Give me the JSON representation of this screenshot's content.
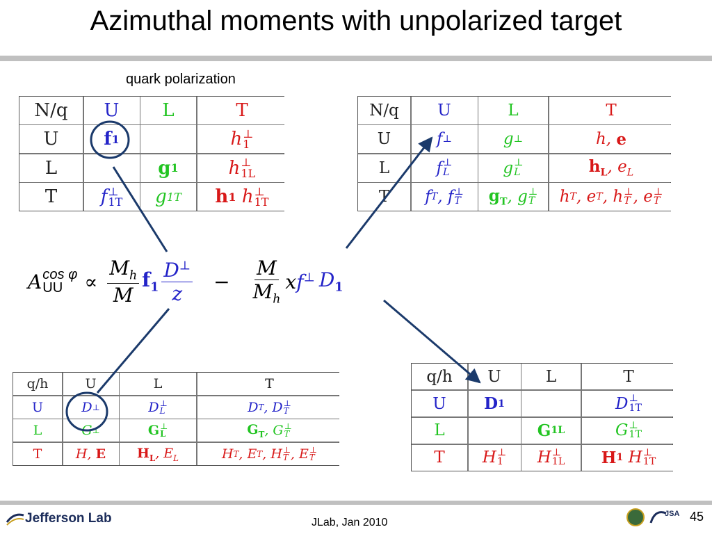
{
  "title": "Azimuthal moments with unpolarized  target",
  "subtitle": "quark polarization",
  "footer": {
    "org": "Jefferson Lab",
    "center": "JLab, Jan 2010",
    "page": "45",
    "badge": "JSA"
  },
  "colors": {
    "unpolarized": "#2323c8",
    "longitudinal": "#22c422",
    "transverse": "#d81818",
    "arrow": "#1b3a6b"
  },
  "formula": {
    "lhs": "A",
    "lhs_super": "cos φ",
    "lhs_sub": "UU",
    "proportional": "∝",
    "frac1_num": "M",
    "frac1_num_sub": "h",
    "frac1_den": "M",
    "term1_f": "f",
    "term1_f_sub": "1",
    "frac2_num": "D",
    "frac2_num_sup": "⊥",
    "frac2_den": "z",
    "minus": "−",
    "frac3_num": "M",
    "frac3_den": "M",
    "frac3_den_sub": "h",
    "term2_x": "x",
    "term2_f": "f",
    "term2_f_sup": "⊥",
    "term2_D": "D",
    "term2_D_sub": "1"
  },
  "table_tl": {
    "header": [
      "N/q",
      "U",
      "L",
      "T"
    ],
    "rows": [
      [
        "U",
        "f",
        "",
        "h"
      ],
      [
        "L",
        "",
        "g",
        "h"
      ],
      [
        "T",
        "f",
        "g",
        "h"
      ]
    ],
    "subs": {
      "uu": "1",
      "ut_sup": "⊥",
      "ut_sub": "1",
      "ll": "1",
      "lt_sup": "⊥",
      "lt_sub": "1L",
      "tu_sup": "⊥",
      "tu_sub": "1T",
      "tl_sub": "1T",
      "tt_h1_sub": "1",
      "tt_h_sup": "⊥",
      "tt_h_sub": "1T"
    }
  },
  "table_tr": {
    "header": [
      "N/q",
      "U",
      "L",
      "T"
    ],
    "rows": [
      [
        "U",
        "f",
        "g",
        "h, e"
      ],
      [
        "L",
        "f",
        "g",
        "h, e"
      ],
      [
        "T",
        "f, f",
        "g, g",
        "h, e, h, e"
      ]
    ],
    "sym": {
      "perp": "⊥",
      "L": "L",
      "T": "T"
    }
  },
  "table_bl": {
    "header": [
      "q/h",
      "U",
      "L",
      "T"
    ],
    "rows": [
      [
        "U",
        "D",
        "D",
        "D, D"
      ],
      [
        "L",
        "G",
        "G",
        "G, G"
      ],
      [
        "T",
        "H, E",
        "H, E",
        "H, E, H, E"
      ]
    ],
    "sym": {
      "perp": "⊥",
      "L": "L",
      "T": "T"
    }
  },
  "table_br": {
    "header": [
      "q/h",
      "U",
      "L",
      "T"
    ],
    "rows": [
      [
        "U",
        "D",
        "",
        "D"
      ],
      [
        "L",
        "",
        "G",
        "G"
      ],
      [
        "T",
        "H",
        "H",
        "H  H"
      ]
    ],
    "subs": {
      "one": "1",
      "oneL": "1L",
      "oneT": "1T",
      "perp": "⊥"
    }
  }
}
